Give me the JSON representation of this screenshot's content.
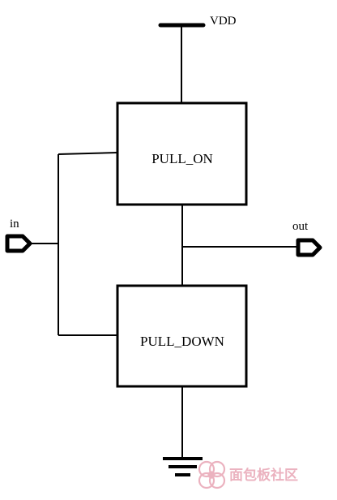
{
  "diagram": {
    "supply_label": "VDD",
    "input_label": "in",
    "output_label": "out",
    "pull_up_block_label": "PULL_ON",
    "pull_down_block_label": "PULL_DOWN"
  },
  "watermark": {
    "text": "面包板社区",
    "color": "#e8a5b5"
  },
  "colors": {
    "line": "#000000",
    "background": "#ffffff"
  }
}
